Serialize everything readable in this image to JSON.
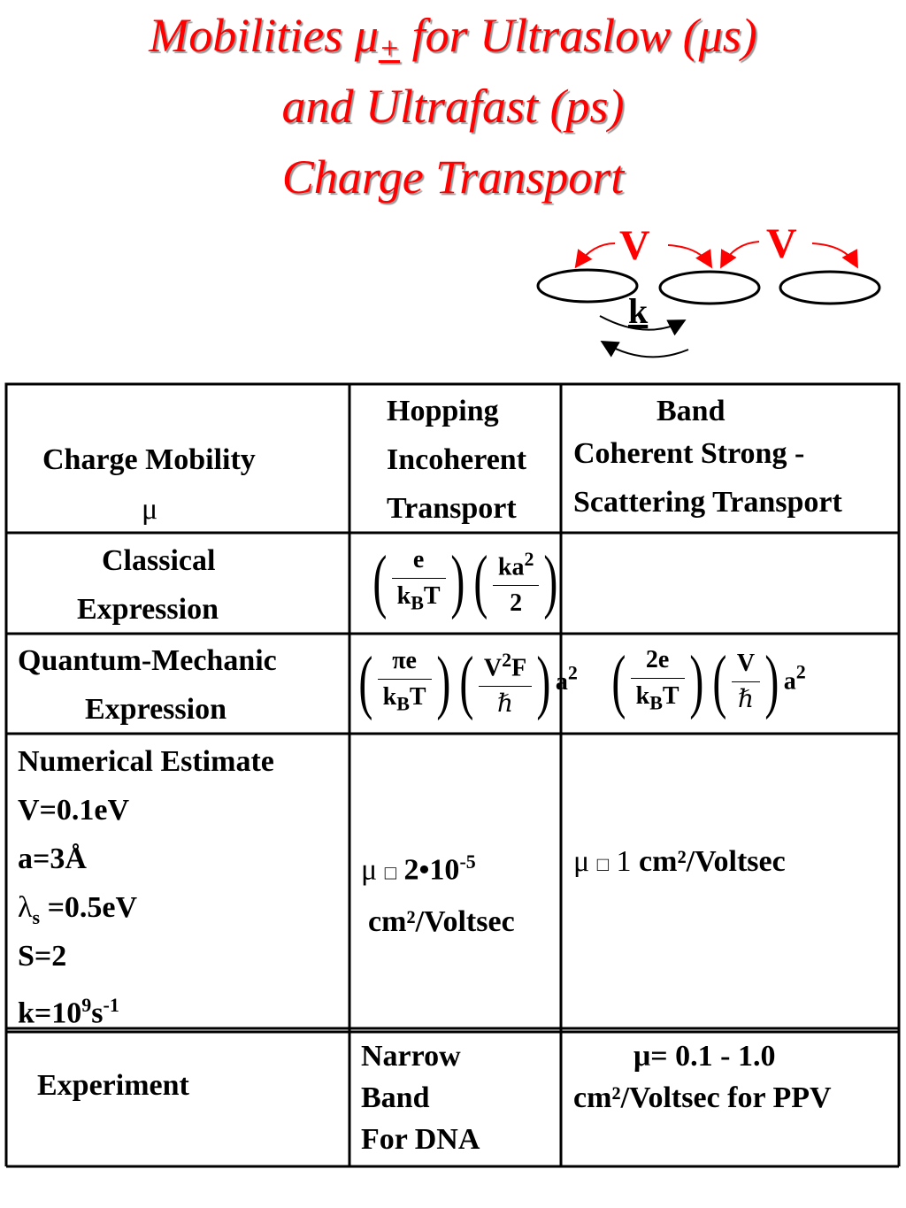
{
  "title": {
    "line1_a": "Mobilities μ",
    "line1_sub": "+",
    "line1_b": " for Ultraslow (μs)",
    "line2": "and Ultrafast (ps)",
    "line3": "Charge Transport"
  },
  "diagram": {
    "v_label": "V",
    "k_label": "k"
  },
  "table": {
    "header": {
      "col1_line1": "Charge Mobility",
      "col1_line2": "μ",
      "col2_line1": "Hopping",
      "col2_line2": "Incoherent",
      "col2_line3": "Transport",
      "col3_line1": "Band",
      "col3_line2": "Coherent Strong -",
      "col3_line3": "Scattering Transport"
    },
    "classical": {
      "label_line1": "Classical",
      "label_line2": "Expression"
    },
    "quantum": {
      "label_line1": "Quantum-Mechanic",
      "label_line2": "Expression"
    },
    "numerical": {
      "label": "Numerical Estimate",
      "params": [
        "V=0.1eV",
        "a=3Å"
      ],
      "lambda_sym": "λ",
      "lambda_sub": "s",
      "lambda_val": " =0.5eV",
      "s_val": "S=2",
      "k_pre": "k=10",
      "k_exp": "9",
      "k_mid": "s",
      "k_exp2": "-1",
      "hopping_value_a": "μ ",
      "hopping_box": "□",
      "hopping_value_b": " 2•10",
      "hopping_value_exp": "-5",
      "hopping_unit": "cm²/Voltsec",
      "band_value_a": "μ ",
      "band_box": "□",
      "band_value_num": " 1",
      "band_unit": " cm²/Voltsec"
    },
    "experiment": {
      "label": "Experiment",
      "hopping_line1": "Narrow",
      "hopping_line2": "Band",
      "hopping_line3": "For DNA",
      "band_line1": "μ= 0.1 - 1.0",
      "band_line2": "cm²/Voltsec for PPV"
    }
  },
  "formulas": {
    "classical_hop": {
      "n1": "e",
      "d1": "k",
      "d1_sub": "B",
      "d1_tail": "T",
      "n2": "ka",
      "n2_sup": "2",
      "d2": "2"
    },
    "quantum_hop": {
      "n1": "πe",
      "d1": "k",
      "d1_sub": "B",
      "d1_tail": "T",
      "n2": "V",
      "n2_sup": "2",
      "n2_tail": "F",
      "d2": "ℏ",
      "tail": "a",
      "tail_sup": "2"
    },
    "quantum_band": {
      "n1": "2e",
      "d1": "k",
      "d1_sub": "B",
      "d1_tail": "T",
      "n2": "V",
      "d2": "ℏ",
      "tail": "a",
      "tail_sup": "2"
    }
  },
  "colors": {
    "title": "#ff0000",
    "arrows": "#ff0000",
    "lines": "#000000"
  }
}
